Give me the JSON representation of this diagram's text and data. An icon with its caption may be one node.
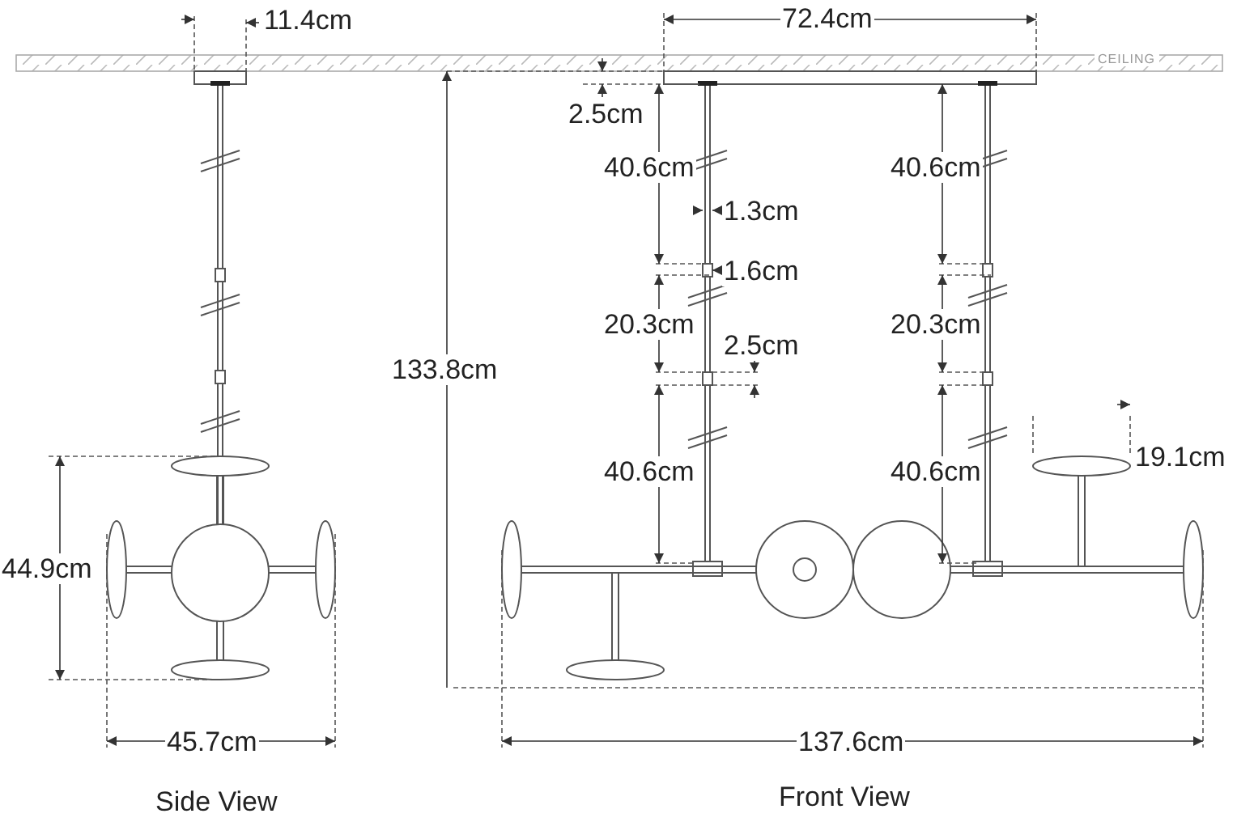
{
  "diagram": {
    "labels": [
      "11.4cm",
      "72.4cm",
      "CEILING",
      "2.5cm",
      "40.6cm",
      "40.6cm",
      "1.3cm",
      "1.6cm",
      "20.3cm",
      "20.3cm",
      "2.5cm",
      "133.8cm",
      "19.1cm",
      "40.6cm",
      "40.6cm",
      "44.9cm",
      "45.7cm",
      "137.6cm",
      "Side View",
      "Front View"
    ]
  }
}
